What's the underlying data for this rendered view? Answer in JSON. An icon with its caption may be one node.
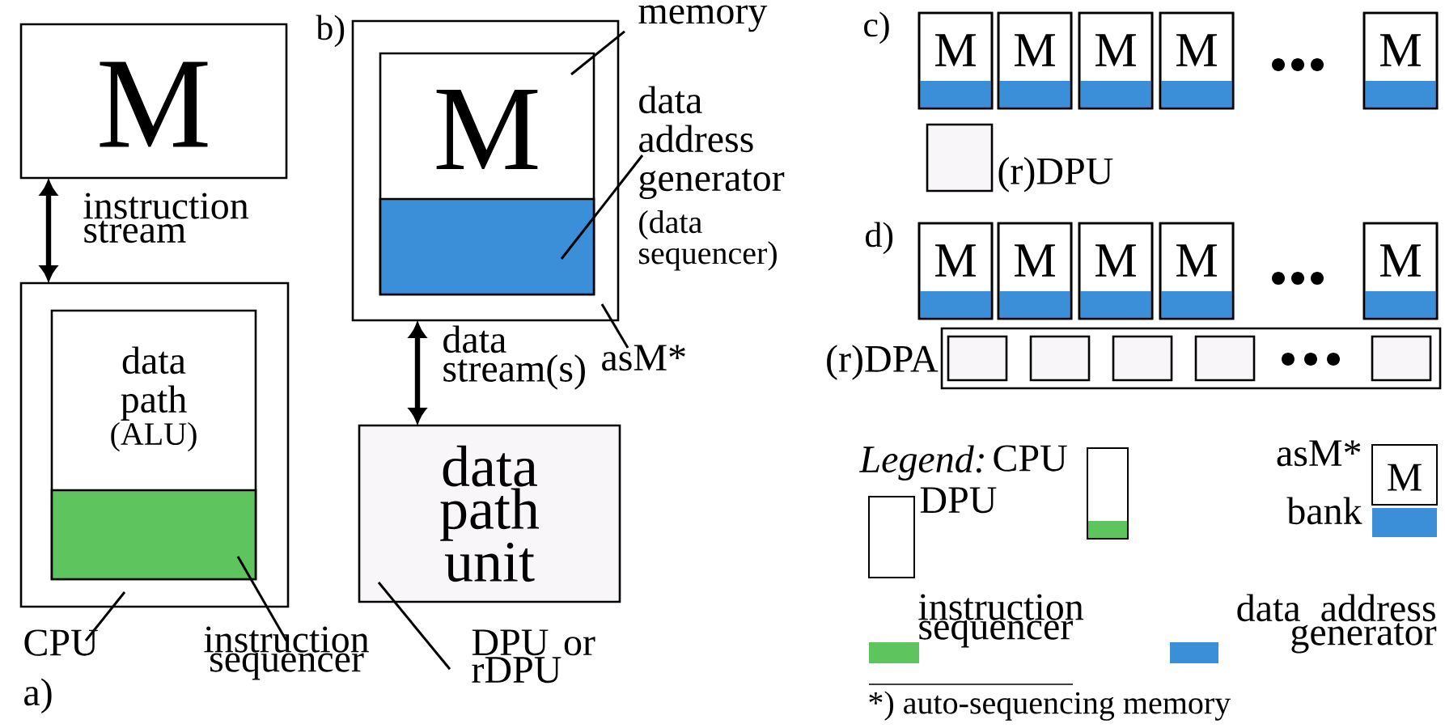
{
  "diagram": {
    "nodes": [
      {
        "text": [
          "M"
        ]
      },
      {
        "text": [],
        "shape": "box"
      },
      {
        "text": [
          "data path",
          "(ALU)"
        ],
        "in": 1
      },
      {
        "text": [],
        "shape": "box",
        "in": 2
      },
      {
        "text": [
          "CPU"
        ]
      },
      {
        "text": [
          "instruction sequencer"
        ]
      },
      {
        "text": [],
        "shape": "box"
      },
      {
        "text": [
          "M"
        ],
        "in": 6
      },
      {
        "text": [],
        "shape": "box",
        "in": 7
      },
      {
        "text": [
          "memory"
        ]
      },
      {
        "text": [
          "data address generator",
          "(data sequencer)"
        ]
      },
      {
        "text": [
          "asM*"
        ]
      },
      {
        "text": [
          "data path unit"
        ]
      },
      {
        "text": [
          "DPU or rDPU"
        ]
      },
      {
        "text": [
          "M"
        ]
      },
      {
        "text": [
          "M"
        ]
      },
      {
        "text": [
          "M"
        ]
      },
      {
        "text": [
          "M"
        ]
      },
      {
        "text": [
          "M"
        ]
      },
      {
        "text": [],
        "shape": "box",
        "beside": [
          "(r)DPU"
        ]
      },
      {
        "text": [
          "M"
        ]
      },
      {
        "text": [
          "M"
        ]
      },
      {
        "text": [
          "M"
        ]
      },
      {
        "text": [
          "M"
        ]
      },
      {
        "text": [
          "M"
        ]
      },
      {
        "text": [],
        "shape": "box",
        "beside": [
          "(r)DPA"
        ]
      },
      {
        "text": [],
        "shape": "box",
        "in": 25
      },
      {
        "text": [],
        "shape": "box",
        "in": 25
      },
      {
        "text": [],
        "shape": "box",
        "in": 25
      },
      {
        "text": [],
        "shape": "box",
        "in": 25
      },
      {
        "text": [],
        "shape": "box",
        "in": 25
      }
    ],
    "edges": [
      {
        "from": 0,
        "to": 1,
        "arrow": "both",
        "label": "instruction stream",
        "style": "thick"
      },
      {
        "from": 4,
        "to": 1,
        "arrow": "none"
      },
      {
        "from": 5,
        "to": 3,
        "arrow": "none"
      },
      {
        "from": 9,
        "to": 7,
        "arrow": "none"
      },
      {
        "from": 10,
        "to": 8,
        "arrow": "none"
      },
      {
        "from": 11,
        "to": 6,
        "arrow": "none"
      },
      {
        "from": 6,
        "to": 12,
        "arrow": "both",
        "label": "data stream(s)",
        "style": "thick"
      },
      {
        "from": 13,
        "to": 12,
        "arrow": "none"
      }
    ],
    "labels": [
      "b)",
      "c)",
      "d)",
      "Legend:",
      "M",
      "*) auto-sequencing memory",
      "a)"
    ],
    "legend": [
      {
        "text": "CPU"
      },
      {
        "text": "asM*"
      },
      {
        "text": "DPU"
      },
      {
        "text": "bank",
        "color": "#3b8fd8"
      },
      {
        "text": "instruction sequencer",
        "color": "#5ec45e"
      },
      {
        "text": "data address generator",
        "color": "#3b8fd8"
      }
    ]
  }
}
